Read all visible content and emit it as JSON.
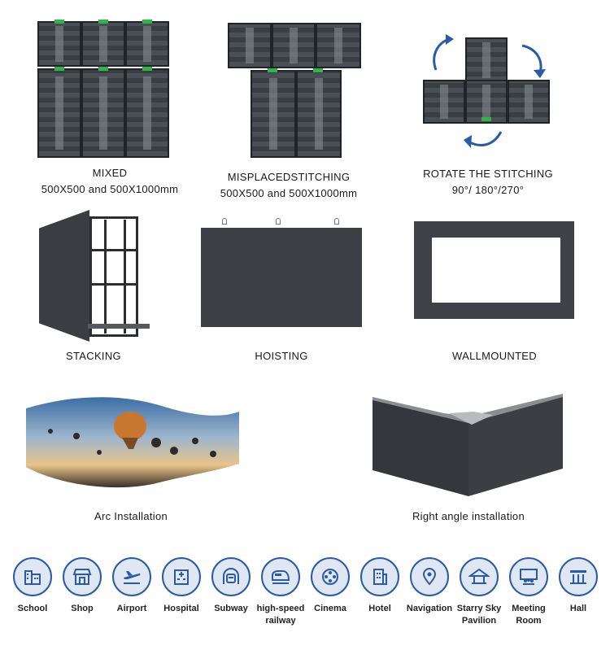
{
  "captions": {
    "mixed": [
      "MIXED",
      "500X500 and 500X1000mm"
    ],
    "misplaced": [
      "MISPLACEDSTITCHING",
      "500X500 and 500X1000mm"
    ],
    "rotate": [
      "ROTATE THE STITCHING",
      "90°/ 180°/270°"
    ],
    "stacking": "STACKING",
    "hoisting": "HOISTING",
    "wallmounted": "WALLMOUNTED",
    "arc": "Arc Installation",
    "right_angle": "Right angle installation"
  },
  "applications": [
    {
      "icon": "school-icon",
      "label": [
        "School"
      ]
    },
    {
      "icon": "shop-icon",
      "label": [
        "Shop"
      ]
    },
    {
      "icon": "airport-icon",
      "label": [
        "Airport"
      ]
    },
    {
      "icon": "hospital-icon",
      "label": [
        "Hospital"
      ]
    },
    {
      "icon": "subway-icon",
      "label": [
        "Subway"
      ]
    },
    {
      "icon": "high-speed-railway-icon",
      "label": [
        "high-speed",
        "railway"
      ]
    },
    {
      "icon": "cinema-icon",
      "label": [
        "Cinema"
      ]
    },
    {
      "icon": "hotel-icon",
      "label": [
        "Hotel"
      ]
    },
    {
      "icon": "navigation-icon",
      "label": [
        "Navigation"
      ]
    },
    {
      "icon": "pavilion-icon",
      "label": [
        "Starry Sky",
        "Pavilion"
      ]
    },
    {
      "icon": "meeting-room-icon",
      "label": [
        "Meeting",
        "Room"
      ]
    },
    {
      "icon": "hall-icon",
      "label": [
        "Hall"
      ]
    }
  ],
  "colors": {
    "icon_blue": "#2a5aa8",
    "icon_bg": "#dfe7f3",
    "clip_green": "#2fb34a"
  }
}
